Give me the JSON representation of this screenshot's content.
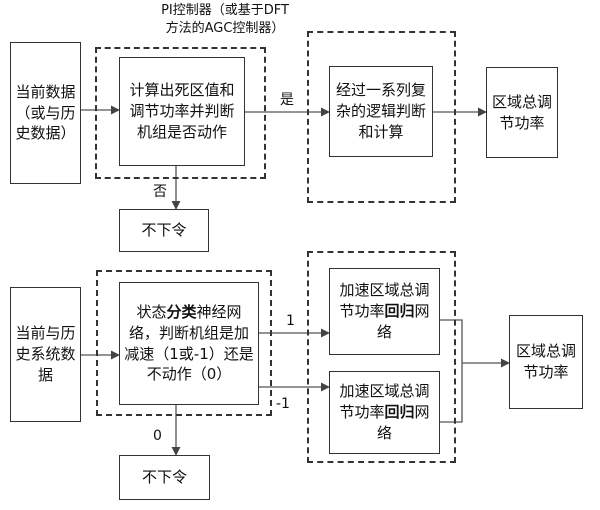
{
  "top": {
    "controller_title_line1": "PI控制器（或基于DFT",
    "controller_title_line2": "方法的AGC控制器）",
    "input_box": "当前数据（或与历史数据）",
    "calc_box": "计算出死区值和调节功率并判断机组是否动作",
    "logic_box": "经过一系列复杂的逻辑判断和计算",
    "output_box": "区域总调节功率",
    "no_action_box": "不下令",
    "yes_label": "是",
    "no_label": "否"
  },
  "bottom": {
    "input_box": "当前与历史系统数据",
    "classify_box": {
      "part1": "状态",
      "part2_bold": "分类",
      "part3": "神经网络，判断机组是加减速（1或-1）还是不动作（0）"
    },
    "accel_box_1": {
      "part1": "加速区域总调节功率",
      "part2_bold": "回归",
      "part3": "网络"
    },
    "accel_box_2": {
      "part1": "加速区域总调节功率",
      "part2_bold": "回归",
      "part3": "网络"
    },
    "output_box": "区域总调节功率",
    "no_action_box": "不下令",
    "label_plus1": "1",
    "label_minus1": "-1",
    "label_zero": "0"
  },
  "colors": {
    "line": "#333333",
    "background": "#ffffff"
  }
}
